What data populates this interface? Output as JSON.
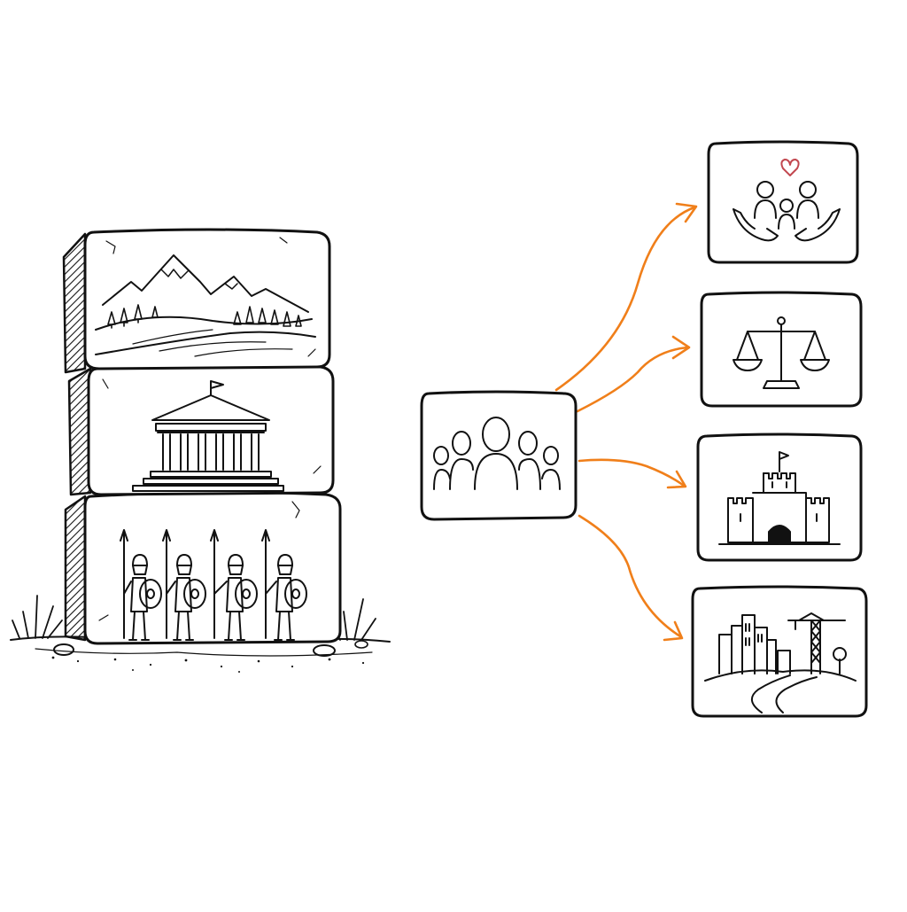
{
  "diagram": {
    "stack": {
      "blocks": [
        {
          "id": "landscape",
          "icon": "mountains-landscape-icon"
        },
        {
          "id": "institution",
          "icon": "greek-temple-icon"
        },
        {
          "id": "military",
          "icon": "soldiers-with-spears-icon"
        }
      ]
    },
    "center_node": {
      "icon": "people-group-icon"
    },
    "outcomes": [
      {
        "id": "community-care",
        "icon": "family-care-hands-icon"
      },
      {
        "id": "justice",
        "icon": "scales-of-justice-icon"
      },
      {
        "id": "defense",
        "icon": "castle-icon"
      },
      {
        "id": "development",
        "icon": "city-skyline-crane-icon"
      }
    ],
    "colors": {
      "ink": "#111111",
      "arrow": "#f07f1a",
      "background": "#ffffff",
      "heart": "#c2474f"
    }
  }
}
